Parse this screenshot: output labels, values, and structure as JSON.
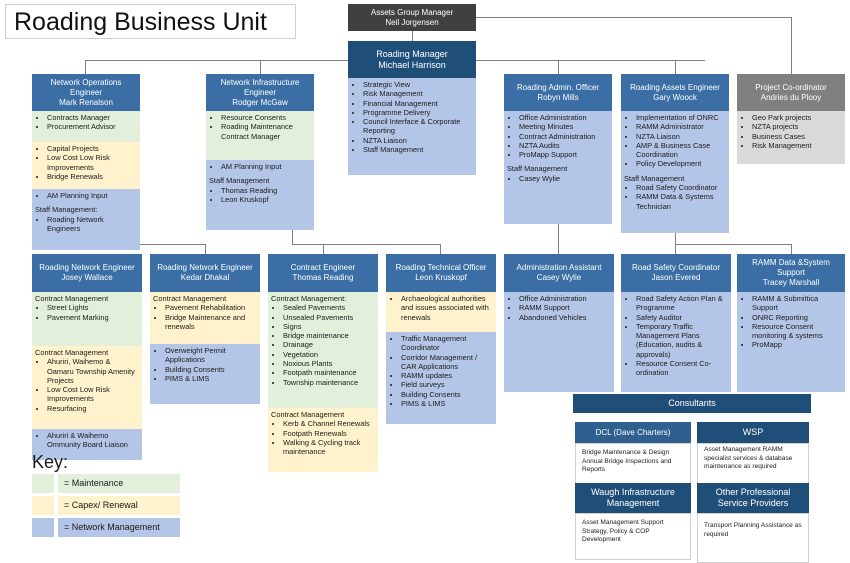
{
  "title": "Roading Business Unit",
  "top": {
    "role": "Assets Group Manager",
    "name": "Neil Jorgensen"
  },
  "manager": {
    "role": "Roading Manager",
    "name": "Michael Harrison",
    "items": [
      "Strategic View",
      "Risk Management",
      "Financial Management",
      "Programme Delivery",
      "Council Interface & Corporate Reporting",
      "NZTA Liaison",
      "Staff Management"
    ]
  },
  "noe": {
    "role": "Network Operations Engineer",
    "name": "Mark Renalson",
    "maint": [
      "Contracts Manager",
      "Procurement Advisor"
    ],
    "capex": [
      "Capital Projects",
      "Low Cost Low Risk Improvements",
      "Bridge Renewals"
    ],
    "net": [
      "AM Planning Input"
    ],
    "staff_label": "Staff Management:",
    "staff": [
      "Roading Network Engineers"
    ]
  },
  "nie": {
    "role": "Network Infrastructure Engineer",
    "name": "Rodger McGaw",
    "maint": [
      "Resource Consents",
      "Roading Maintenance Contract Manager"
    ],
    "net": [
      "AM Planning Input"
    ],
    "staff_label": "Staff Management",
    "staff": [
      "Thomas Reading",
      "Leon Kruskopf"
    ]
  },
  "rao": {
    "role": "Roading Admin. Officer",
    "name": "Robyn Mills",
    "net": [
      "Office Administration",
      "Meeting Minutes",
      "Contract Administration",
      "NZTA Audits",
      "ProMapp Support"
    ],
    "staff_label": "Staff Management",
    "staff": [
      "Casey Wylie"
    ]
  },
  "rae": {
    "role": "Roading Assets Engineer",
    "name": "Gary Woock",
    "net": [
      "Implementation of ONRC",
      "RAMM Administrator",
      "NZTA Liaison",
      "AMP & Business Case Coordination",
      "Policy Development"
    ],
    "staff_label": "Staff Management",
    "staff": [
      "Road Safety Coordinator",
      "RAMM Data & Systems Technician"
    ]
  },
  "pc": {
    "role": "Project Co-ordinator",
    "name": "Andries du Plooy",
    "items": [
      "Geo Park projects",
      "NZTA projects",
      "Business Cases",
      "Risk Management"
    ]
  },
  "rne1": {
    "role": "Roading Network Engineer",
    "name": "Josey Wallace",
    "m_label": "Contract Management",
    "maint": [
      "Street Lights",
      "Pavement Marking"
    ],
    "c_label": "Contract Management",
    "capex": [
      "Ahuriri, Waihemo & Oamaru Township Amenity Projects",
      "Low Cost Low Risk Improvements",
      "Resurfacing"
    ],
    "net": [
      "Ahuriri & Waihemo Ommunity Board Liaison"
    ]
  },
  "rne2": {
    "role": "Roading Network Engineer",
    "name": "Kedar Dhakal",
    "c_label": "Contract Management",
    "capex": [
      "Pavement Rehabilitation",
      "Bridge Maintenance and renewals"
    ],
    "net": [
      "Overweight Permit Applications",
      "Building  Consents",
      "PIMS & LIMS"
    ]
  },
  "ce": {
    "role": "Contract Engineer",
    "name": "Thomas Reading",
    "m_label": "Contract Management:",
    "maint": [
      "Sealed Pavements",
      "Unsealed Pavements",
      "Signs",
      "Bridge maintenance",
      "Drainage",
      "Vegetation",
      "Noxious Plants",
      "Footpath maintenance",
      "Township maintenance"
    ],
    "c_label": "Contract Management",
    "capex": [
      "Kerb & Channel Renewals",
      "Footpath Renewals",
      "Walking & Cycling track maintenance"
    ]
  },
  "rto": {
    "role": "Roading Technical Officer",
    "name": "Leon Kruskopf",
    "capex": [
      "Archaeological authorities and issues associated with renewals"
    ],
    "net": [
      "Traffic Management Coordinator",
      "Corridor Management / CAR Applications",
      "RAMM updates",
      "Field surveys",
      "Building  Consents",
      "PIMS & LIMS"
    ]
  },
  "aa": {
    "role": "Administration Assistant",
    "name": "Casey Wylie",
    "net": [
      "Office Administration",
      "RAMM Support",
      "Abandoned Vehicles"
    ]
  },
  "rsc": {
    "role": "Road Safety Coordinator",
    "name": "Jason Evered",
    "net": [
      "Road Safety Action Plan & Programme",
      "Safety Auditor",
      "Temporary Traffic Management Plans (Education, audits & approvals)",
      "Resource Consent Co-ordination"
    ]
  },
  "rds": {
    "role": "RAMM Data &System Support",
    "name": "Tracey Marshall",
    "net": [
      "RAMM & Submittica Support",
      "ONRC Reporting",
      "Resource Consent monitoring & systems",
      "ProMapp"
    ]
  },
  "consultants": {
    "heading": "Consultants",
    "dcl": {
      "name": "DCL (Dave Charters)",
      "text": "Bridge Maintenance & Design Annual  Bridge Inspections and Reports"
    },
    "wsp": {
      "name": "WSP",
      "text": "Asset Management RAMM specialist services & database maintenance as required"
    },
    "waugh": {
      "name": "Waugh Infrastructure Management",
      "text": "Asset Management Support Strategy, Policy & COP Development"
    },
    "other": {
      "name": "Other Professional Service Providers",
      "text": "Transport Planning Assistance as required"
    }
  },
  "key": {
    "title": "Key:",
    "maintenance": "= Maintenance",
    "capex": "= Capex/ Renewal",
    "network": "= Network Management"
  },
  "colors": {
    "maintenance": "#e2efda",
    "capex": "#fff2cc",
    "network": "#b4c6e7",
    "header": "#3a6ea5",
    "dark_header": "#404040",
    "navy": "#1f4e79"
  }
}
